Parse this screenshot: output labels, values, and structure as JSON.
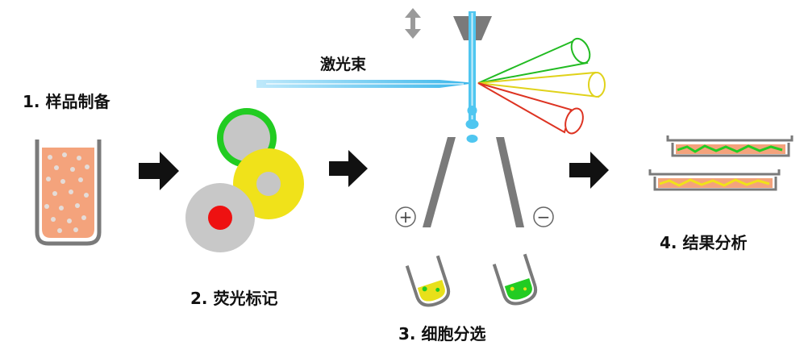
{
  "steps": {
    "step1": "1. 样品制备",
    "step2": "2. 荧光标记",
    "step3": "3. 细胞分选",
    "step4": "4. 结果分析"
  },
  "laser_label": "激光束",
  "electrodes": {
    "positive": "+",
    "negative": "−"
  },
  "colors": {
    "sample_fill": "#f4a37c",
    "tube_gray": "#7a7a7a",
    "laser_blue": "#4fc6f0",
    "label_green": "#22cc22",
    "label_yellow": "#f0e21a",
    "label_red": "#ee1111",
    "arrow": "#111111"
  }
}
